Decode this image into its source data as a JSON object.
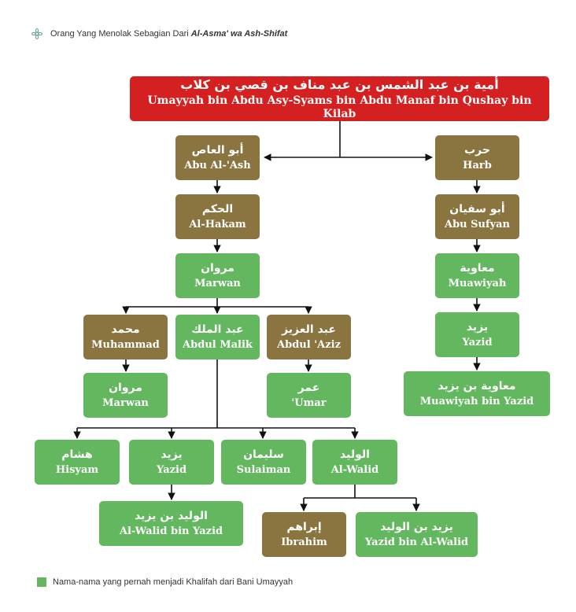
{
  "header": {
    "text_plain": "Orang Yang Menolak Sebagian Dari",
    "text_emph": "Al-Asma' wa Ash-Shifat"
  },
  "colors": {
    "root": "#d42020",
    "non_caliph": "#8a7540",
    "caliph": "#63b75e",
    "line": "#111111"
  },
  "nodes": {
    "umayyah": {
      "ar": "أمية بن عبد الشمس بن عبد مناف بن قصي بن كلاب",
      "lat": "Umayyah bin Abdu Asy-Syams bin Abdu Manaf bin Qushay bin Kilab"
    },
    "abu_al_ash": {
      "ar": "أبو العاص",
      "lat": "Abu Al-'Ash"
    },
    "harb": {
      "ar": "حرب",
      "lat": "Harb"
    },
    "al_hakam": {
      "ar": "الحكم",
      "lat": "Al-Hakam"
    },
    "abu_sufyan": {
      "ar": "أبو سفيان",
      "lat": "Abu Sufyan"
    },
    "marwan": {
      "ar": "مروان",
      "lat": "Marwan"
    },
    "muawiyah": {
      "ar": "معاوية",
      "lat": "Muawiyah"
    },
    "muhammad": {
      "ar": "محمد",
      "lat": "Muhammad"
    },
    "abdul_malik": {
      "ar": "عبد الملك",
      "lat": "Abdul Malik"
    },
    "abdul_aziz": {
      "ar": "عبد العزيز",
      "lat": "Abdul 'Aziz"
    },
    "yazid_1": {
      "ar": "يزيد",
      "lat": "Yazid"
    },
    "marwan_2": {
      "ar": "مروان",
      "lat": "Marwan"
    },
    "umar": {
      "ar": "عمر",
      "lat": "'Umar"
    },
    "muawiyah_bin_yazid": {
      "ar": "معاوية بن يزيد",
      "lat": "Muawiyah bin Yazid"
    },
    "hisyam": {
      "ar": "هشام",
      "lat": "Hisyam"
    },
    "yazid_2": {
      "ar": "يزيد",
      "lat": "Yazid"
    },
    "sulaiman": {
      "ar": "سليمان",
      "lat": "Sulaiman"
    },
    "al_walid": {
      "ar": "الوليد",
      "lat": "Al-Walid"
    },
    "al_walid_bin_yazid": {
      "ar": "الوليد بن يزيد",
      "lat": "Al-Walid bin Yazid"
    },
    "ibrahim": {
      "ar": "إبراهم",
      "lat": "Ibrahim"
    },
    "yazid_bin_al_walid": {
      "ar": "يزيد بن الوليد",
      "lat": "Yazid bin Al-Walid"
    }
  },
  "legend": {
    "text": "Nama-nama yang pernah menjadi Khalifah dari Bani Umayyah"
  }
}
